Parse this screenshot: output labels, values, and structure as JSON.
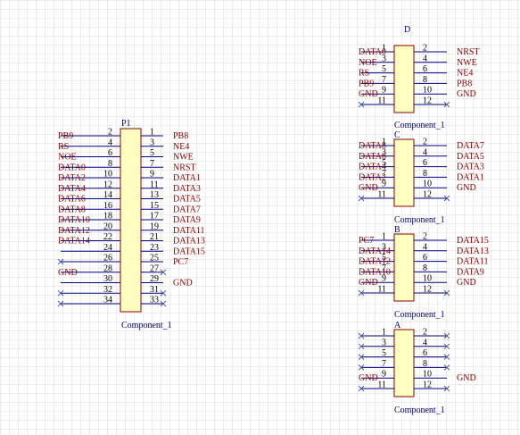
{
  "colors": {
    "pin": "#000080",
    "net": "#8b0000",
    "designator": "#000080",
    "body_fill": "#ffffc0",
    "body_stroke": "#8b0000",
    "x": "#4a5fa8"
  },
  "components": [
    {
      "id": "P1",
      "designator": "P1",
      "comment": "Component_1",
      "rows": [
        {
          "l": "PB9",
          "lp": "2",
          "rp": "1",
          "r": "PB8"
        },
        {
          "l": "RS",
          "lp": "4",
          "rp": "3",
          "r": "NE4"
        },
        {
          "l": "NOE",
          "lp": "6",
          "rp": "5",
          "r": "NWE"
        },
        {
          "l": "DATA0",
          "lp": "8",
          "rp": "7",
          "r": "NRST"
        },
        {
          "l": "DATA2",
          "lp": "10",
          "rp": "9",
          "r": "DATA1"
        },
        {
          "l": "DATA4",
          "lp": "12",
          "rp": "11",
          "r": "DATA3"
        },
        {
          "l": "DATA6",
          "lp": "14",
          "rp": "13",
          "r": "DATA5"
        },
        {
          "l": "DATA8",
          "lp": "16",
          "rp": "15",
          "r": "DATA7"
        },
        {
          "l": "DATA10",
          "lp": "18",
          "rp": "17",
          "r": "DATA9"
        },
        {
          "l": "DATA12",
          "lp": "20",
          "rp": "19",
          "r": "DATA11"
        },
        {
          "l": "DATA14",
          "lp": "22",
          "rp": "21",
          "r": "DATA13"
        },
        {
          "l": "",
          "lp": "24",
          "rp": "23",
          "r": "DATA15"
        },
        {
          "l": "X",
          "lp": "26",
          "rp": "25",
          "r": "PC7"
        },
        {
          "l": "GND",
          "lp": "28",
          "rp": "27",
          "r": "X"
        },
        {
          "l": "",
          "lp": "30",
          "rp": "29",
          "r": "GND"
        },
        {
          "l": "X",
          "lp": "32",
          "rp": "31",
          "r": "X"
        },
        {
          "l": "X",
          "lp": "34",
          "rp": "33",
          "r": "X"
        }
      ]
    },
    {
      "id": "D",
      "designator": "D",
      "comment": "Component_1",
      "rows": [
        {
          "l": "DATA0",
          "lp": "1",
          "rp": "2",
          "r": "NRST"
        },
        {
          "l": "NOE",
          "lp": "3",
          "rp": "4",
          "r": "NWE"
        },
        {
          "l": "RS",
          "lp": "5",
          "rp": "6",
          "r": "NE4"
        },
        {
          "l": "PB9",
          "lp": "7",
          "rp": "8",
          "r": "PB8"
        },
        {
          "l": "GND",
          "lp": "9",
          "rp": "10",
          "r": "GND"
        },
        {
          "l": "X",
          "lp": "11",
          "rp": "12",
          "r": "X"
        }
      ]
    },
    {
      "id": "C",
      "designator": "C",
      "comment": "Component_1",
      "rows": [
        {
          "l": "DATA8",
          "lp": "1",
          "rp": "2",
          "r": "DATA7"
        },
        {
          "l": "DATA6",
          "lp": "3",
          "rp": "4",
          "r": "DATA5"
        },
        {
          "l": "DATA4",
          "lp": "5",
          "rp": "6",
          "r": "DATA3"
        },
        {
          "l": "DATA2",
          "lp": "7",
          "rp": "8",
          "r": "DATA1"
        },
        {
          "l": "GND",
          "lp": "9",
          "rp": "10",
          "r": "GND"
        },
        {
          "l": "X",
          "lp": "11",
          "rp": "12",
          "r": "X"
        }
      ]
    },
    {
      "id": "B",
      "designator": "B",
      "comment": "Component_1",
      "rows": [
        {
          "l": "PC7",
          "lp": "1",
          "rp": "2",
          "r": "DATA15"
        },
        {
          "l": "DATA14",
          "lp": "3",
          "rp": "4",
          "r": "DATA13"
        },
        {
          "l": "DATA12",
          "lp": "5",
          "rp": "6",
          "r": "DATA11"
        },
        {
          "l": "DATA10",
          "lp": "7",
          "rp": "8",
          "r": "DATA9"
        },
        {
          "l": "GND",
          "lp": "9",
          "rp": "10",
          "r": "GND"
        },
        {
          "l": "X",
          "lp": "11",
          "rp": "12",
          "r": "X"
        }
      ]
    },
    {
      "id": "A",
      "designator": "A",
      "comment": "Component_1",
      "rows": [
        {
          "l": "X",
          "lp": "1",
          "rp": "2",
          "r": "X"
        },
        {
          "l": "X",
          "lp": "3",
          "rp": "4",
          "r": "X"
        },
        {
          "l": "X",
          "lp": "5",
          "rp": "6",
          "r": "X"
        },
        {
          "l": "X",
          "lp": "7",
          "rp": "8",
          "r": "X"
        },
        {
          "l": "GND",
          "lp": "9",
          "rp": "10",
          "r": "GND"
        },
        {
          "l": "X",
          "lp": "11",
          "rp": "12",
          "r": "X"
        }
      ]
    }
  ]
}
